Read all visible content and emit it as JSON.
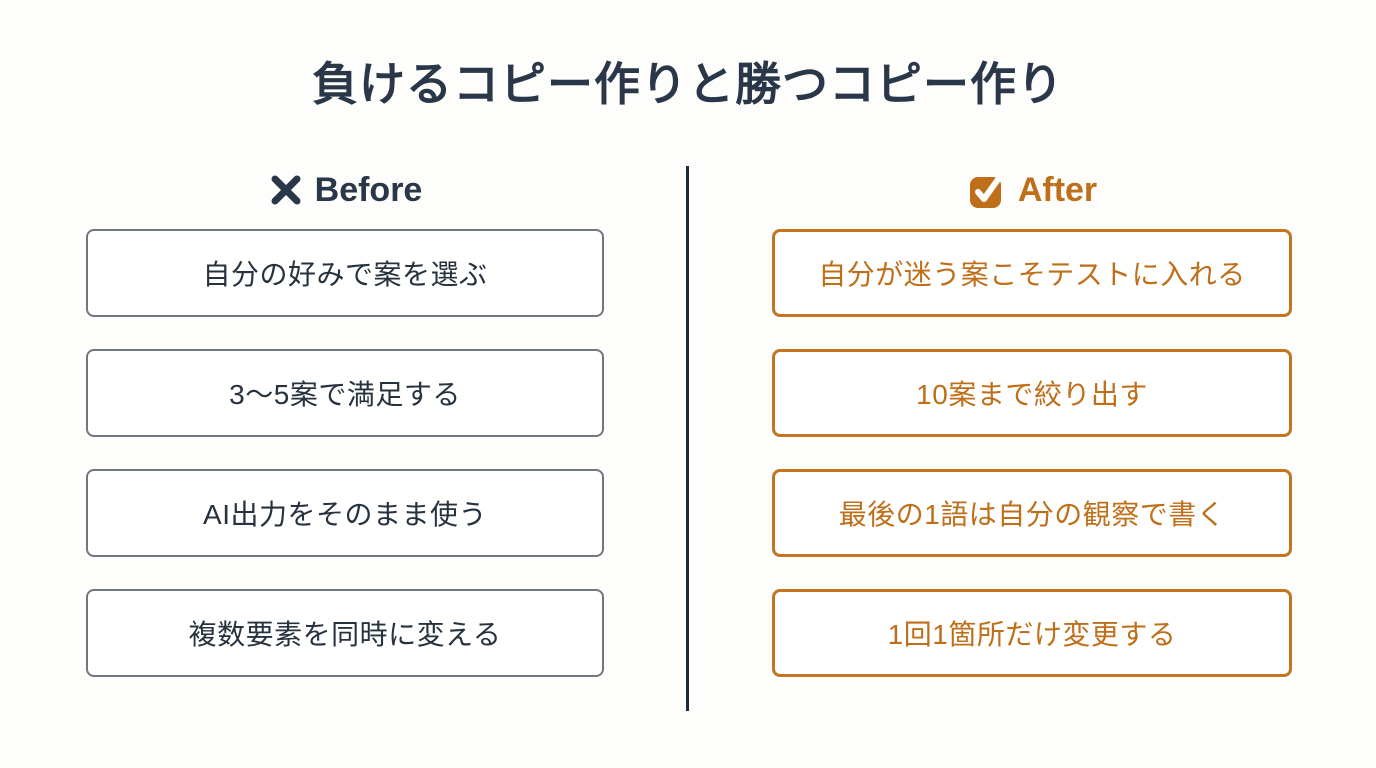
{
  "title": "負けるコピー作りと勝つコピー作り",
  "columns": {
    "before": {
      "label": "Before",
      "icon": "x-mark-icon",
      "items": [
        "自分の好みで案を選ぶ",
        "3〜5案で満足する",
        "AI出力をそのまま使う",
        "複数要素を同時に変える"
      ]
    },
    "after": {
      "label": "After",
      "icon": "checkbox-checked-icon",
      "items": [
        "自分が迷う案こそテストに入れる",
        "10案まで絞り出す",
        "最後の1語は自分の観察で書く",
        "1回1箇所だけ変更する"
      ]
    }
  },
  "colors": {
    "navy": "#2A3748",
    "orange": "#BF6E19",
    "before_border": "#6E7680",
    "after_border": "#C2761F",
    "background": "#FDFDFB"
  }
}
